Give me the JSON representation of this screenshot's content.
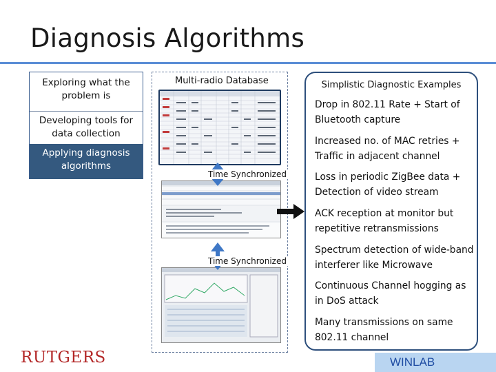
{
  "title": "Diagnosis Algorithms",
  "nav": {
    "items": [
      {
        "label": "Exploring what the problem is"
      },
      {
        "label": "Developing tools for data collection"
      },
      {
        "label": "Applying diagnosis algorithms",
        "selected": true
      }
    ]
  },
  "middle": {
    "heading": "Multi-radio Database",
    "sync_label_1": "Time Synchronized",
    "sync_label_2": "Time Synchronized"
  },
  "examples": {
    "heading": "Simplistic Diagnostic Examples",
    "items": [
      "Drop in 802.11 Rate + Start of Bluetooth capture",
      "Increased no. of MAC retries + Traffic in adjacent channel",
      "Loss in periodic ZigBee data + Detection of video stream",
      "ACK reception at monitor but repetitive retransmissions",
      "Spectrum detection of wide-band interferer like Microwave",
      "Continuous Channel hogging as in DoS attack",
      "Many transmissions on same 802.11 channel"
    ]
  },
  "footer": {
    "logo": "RUTGERS",
    "lab": "WINLAB"
  },
  "colors": {
    "accent_rule": "#5b8ed6",
    "nav_selected": "#34597f",
    "logo_red": "#b32727",
    "winlab_bg": "#b9d5f1"
  }
}
